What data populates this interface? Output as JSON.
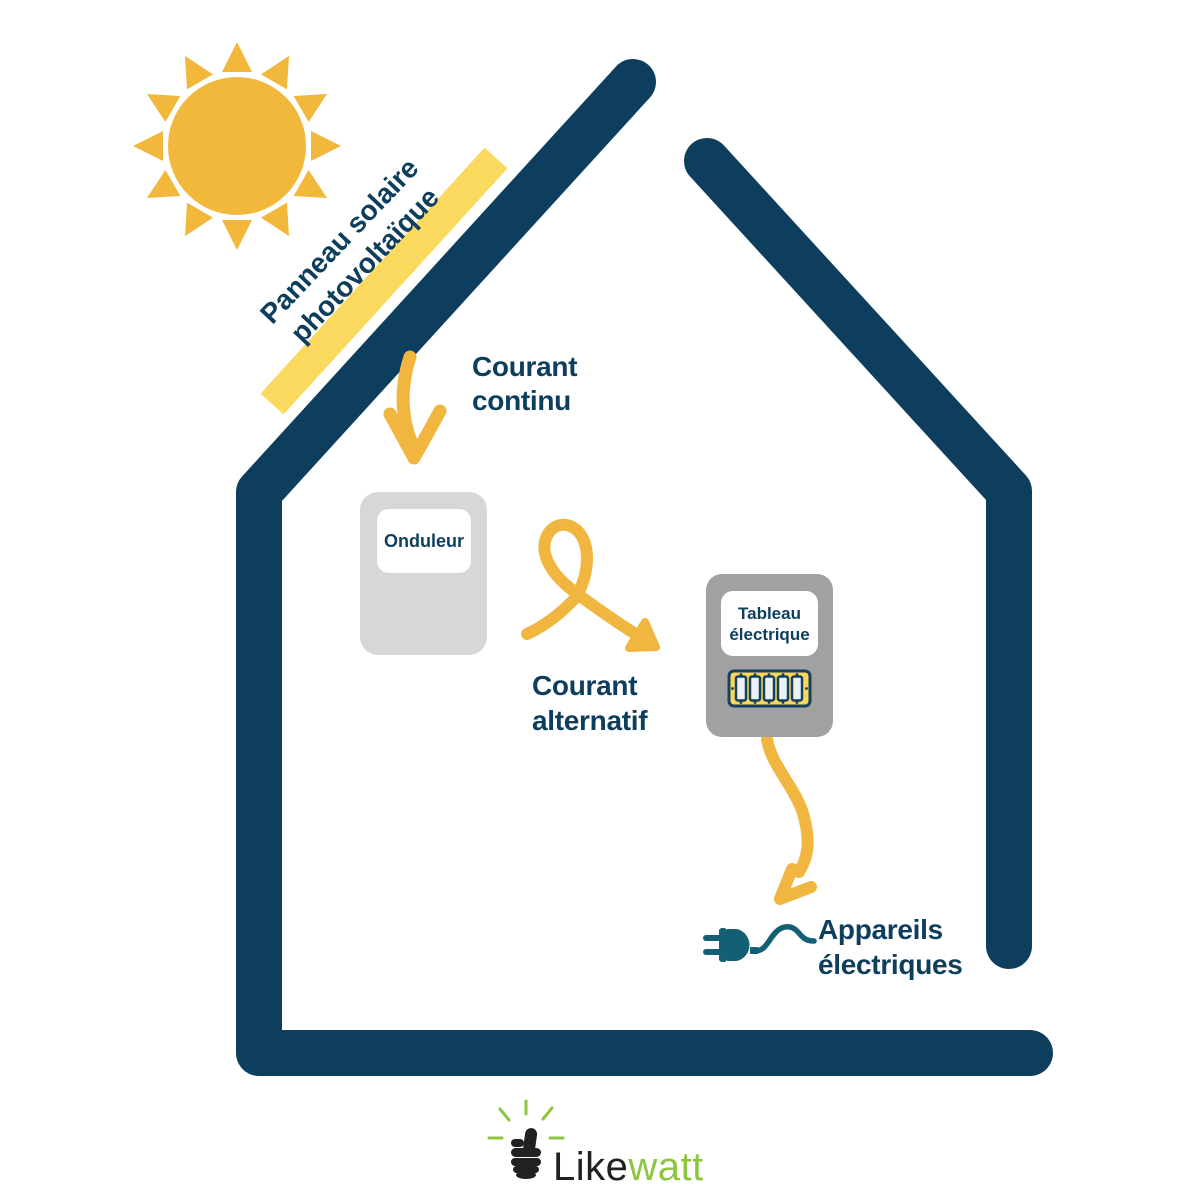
{
  "diagram": {
    "solar_panel_label": {
      "line1": "Panneau solaire",
      "line2": "photovoltaïque"
    },
    "dc_current_label": {
      "line1": "Courant",
      "line2": "continu"
    },
    "ac_current_label": {
      "line1": "Courant",
      "line2": "alternatif"
    },
    "inverter": {
      "label": "Onduleur"
    },
    "electrical_panel": {
      "label_line1": "Tableau",
      "label_line2": "électrique"
    },
    "appliances_label": {
      "line1": "Appareils",
      "line2": "électriques"
    }
  },
  "logo": {
    "part1": "Like",
    "part2": "watt"
  },
  "colors": {
    "house_navy": "#0d3e5d",
    "sun_yellow": "#f2b83c",
    "arrow_yellow": "#f0b63f",
    "panel_yellow": "#fbd95f",
    "breaker_yellow": "#f9d75b",
    "inverter_gray": "#d7d7d7",
    "electrical_panel_gray": "#a1a1a1",
    "plug_teal": "#135f75",
    "logo_green": "#8dc63e",
    "logo_black": "#212121"
  }
}
